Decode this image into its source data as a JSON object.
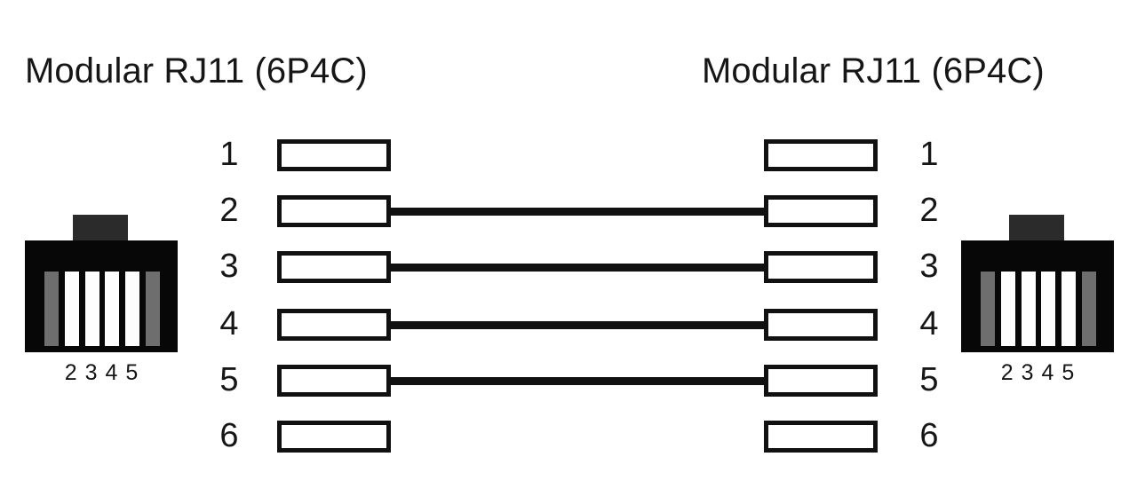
{
  "titles": {
    "left": "Modular RJ11 (6P4C)",
    "right": "Modular RJ11 (6P4C)"
  },
  "colors": {
    "background": "#ffffff",
    "ink": "#111111",
    "connector_body": "#070707",
    "connector_tab": "#2b2b2b",
    "pin_white": "#fdfdfd",
    "pin_gray": "#6e6e6e"
  },
  "left_pin_numbers": [
    "1",
    "2",
    "3",
    "4",
    "5",
    "6"
  ],
  "right_pin_numbers": [
    "1",
    "2",
    "3",
    "4",
    "5",
    "6"
  ],
  "left_pin_boxes": [
    {
      "pin": "1",
      "connected": false
    },
    {
      "pin": "2",
      "connected": true
    },
    {
      "pin": "3",
      "connected": true
    },
    {
      "pin": "4",
      "connected": true
    },
    {
      "pin": "5",
      "connected": true
    },
    {
      "pin": "6",
      "connected": false
    }
  ],
  "right_pin_boxes": [
    {
      "pin": "1",
      "connected": false
    },
    {
      "pin": "2",
      "connected": true
    },
    {
      "pin": "3",
      "connected": true
    },
    {
      "pin": "4",
      "connected": true
    },
    {
      "pin": "5",
      "connected": true
    },
    {
      "pin": "6",
      "connected": false
    }
  ],
  "wires": [
    {
      "from": "2",
      "to": "2"
    },
    {
      "from": "3",
      "to": "3"
    },
    {
      "from": "4",
      "to": "4"
    },
    {
      "from": "5",
      "to": "5"
    }
  ],
  "connector_left": {
    "pin_fills": [
      "gray",
      "white",
      "white",
      "white",
      "white",
      "gray"
    ],
    "labels": [
      "2",
      "3",
      "4",
      "5"
    ]
  },
  "connector_right": {
    "pin_fills": [
      "gray",
      "white",
      "white",
      "white",
      "white",
      "gray"
    ],
    "labels": [
      "2",
      "3",
      "4",
      "5"
    ]
  }
}
